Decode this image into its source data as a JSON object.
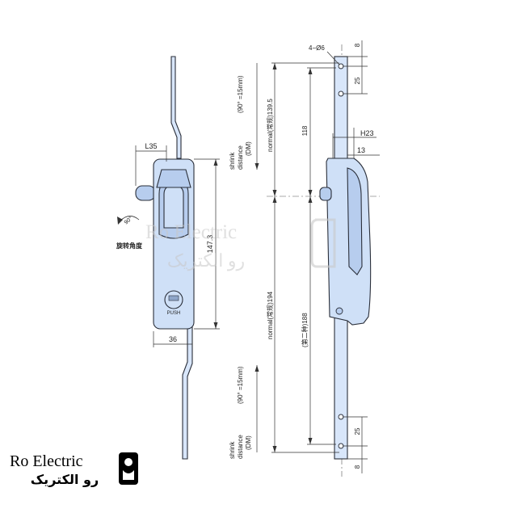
{
  "diagram": {
    "front_view": {
      "width_label": "L35",
      "body_height_label": "147.3",
      "base_width_label": "36",
      "rotation_label": "旋转角度",
      "rotation_angle_label": "90°",
      "button_label": "PUSH"
    },
    "shrink_top": {
      "line1": "shrink",
      "line2": "distance",
      "line3": "(DM)",
      "line4": "(90°  =15mm)"
    },
    "shrink_bottom": {
      "line1": "shrink",
      "line2": "distance",
      "line3": "(DM)",
      "line4": "(90°  =15mm)"
    },
    "side_view": {
      "normal_top": "normal(常规)139.5",
      "dim_118": "118",
      "normal_bottom": "normal(常规)194",
      "dim_188": "(第二种)188",
      "holes_label": "4−Ø6",
      "dim_8_top": "8",
      "dim_25_top": "25",
      "dim_h23": "H23",
      "dim_13": "13",
      "dim_25_bottom": "25",
      "dim_8_bottom": "8"
    }
  },
  "watermark": {
    "en": "Ro Electric",
    "fa": "رو الکتریک"
  },
  "brand": {
    "name_en": "Ro Electric",
    "name_fa": "رو الکتریک",
    "logo_icon": "ro-logo-icon"
  },
  "colors": {
    "part_fill": "#cfe0f7",
    "outline": "#2a2f3a",
    "background": "#ffffff"
  }
}
